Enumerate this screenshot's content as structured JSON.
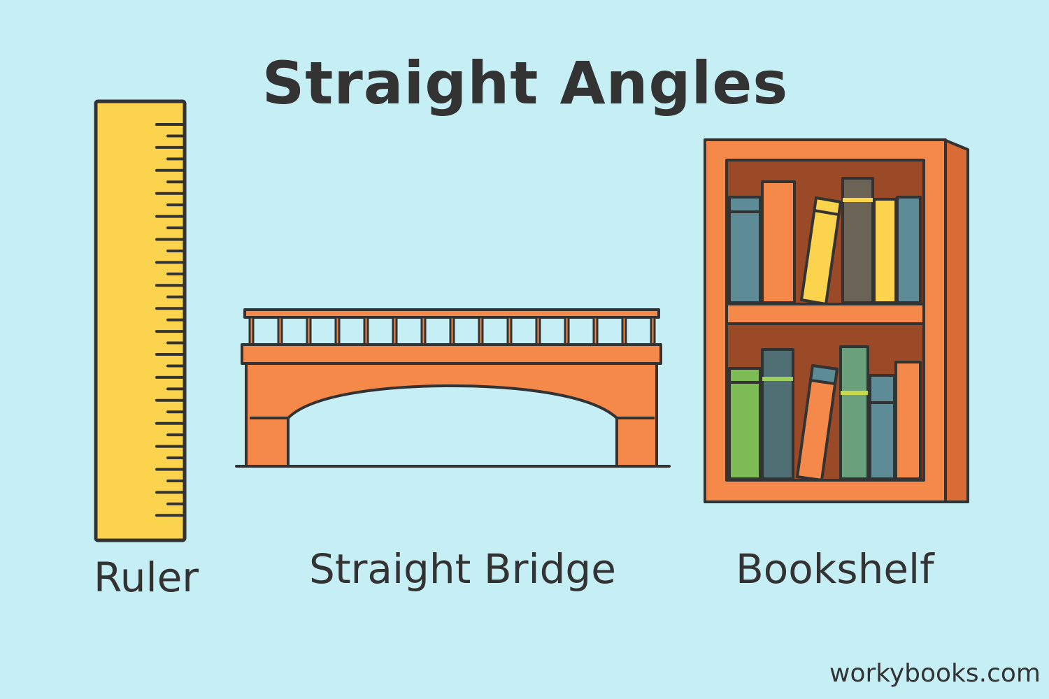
{
  "title": "Straight Angles",
  "items": {
    "ruler": {
      "label": "Ruler"
    },
    "bridge": {
      "label": "Straight Bridge"
    },
    "bookshelf": {
      "label": "Bookshelf"
    }
  },
  "watermark": "workybooks.com",
  "colors": {
    "background": "#c6eef5",
    "outline": "#333333",
    "ruler": "#fcd34d",
    "orange": "#f4894a",
    "shelf_back": "#9a4a26",
    "book_teal": "#5d8c96",
    "book_yellow": "#fcd34d",
    "book_gray": "#6b6456",
    "book_green": "#7dbb55",
    "book_slate": "#4f6f75",
    "book_seagreen": "#6aa07c"
  }
}
